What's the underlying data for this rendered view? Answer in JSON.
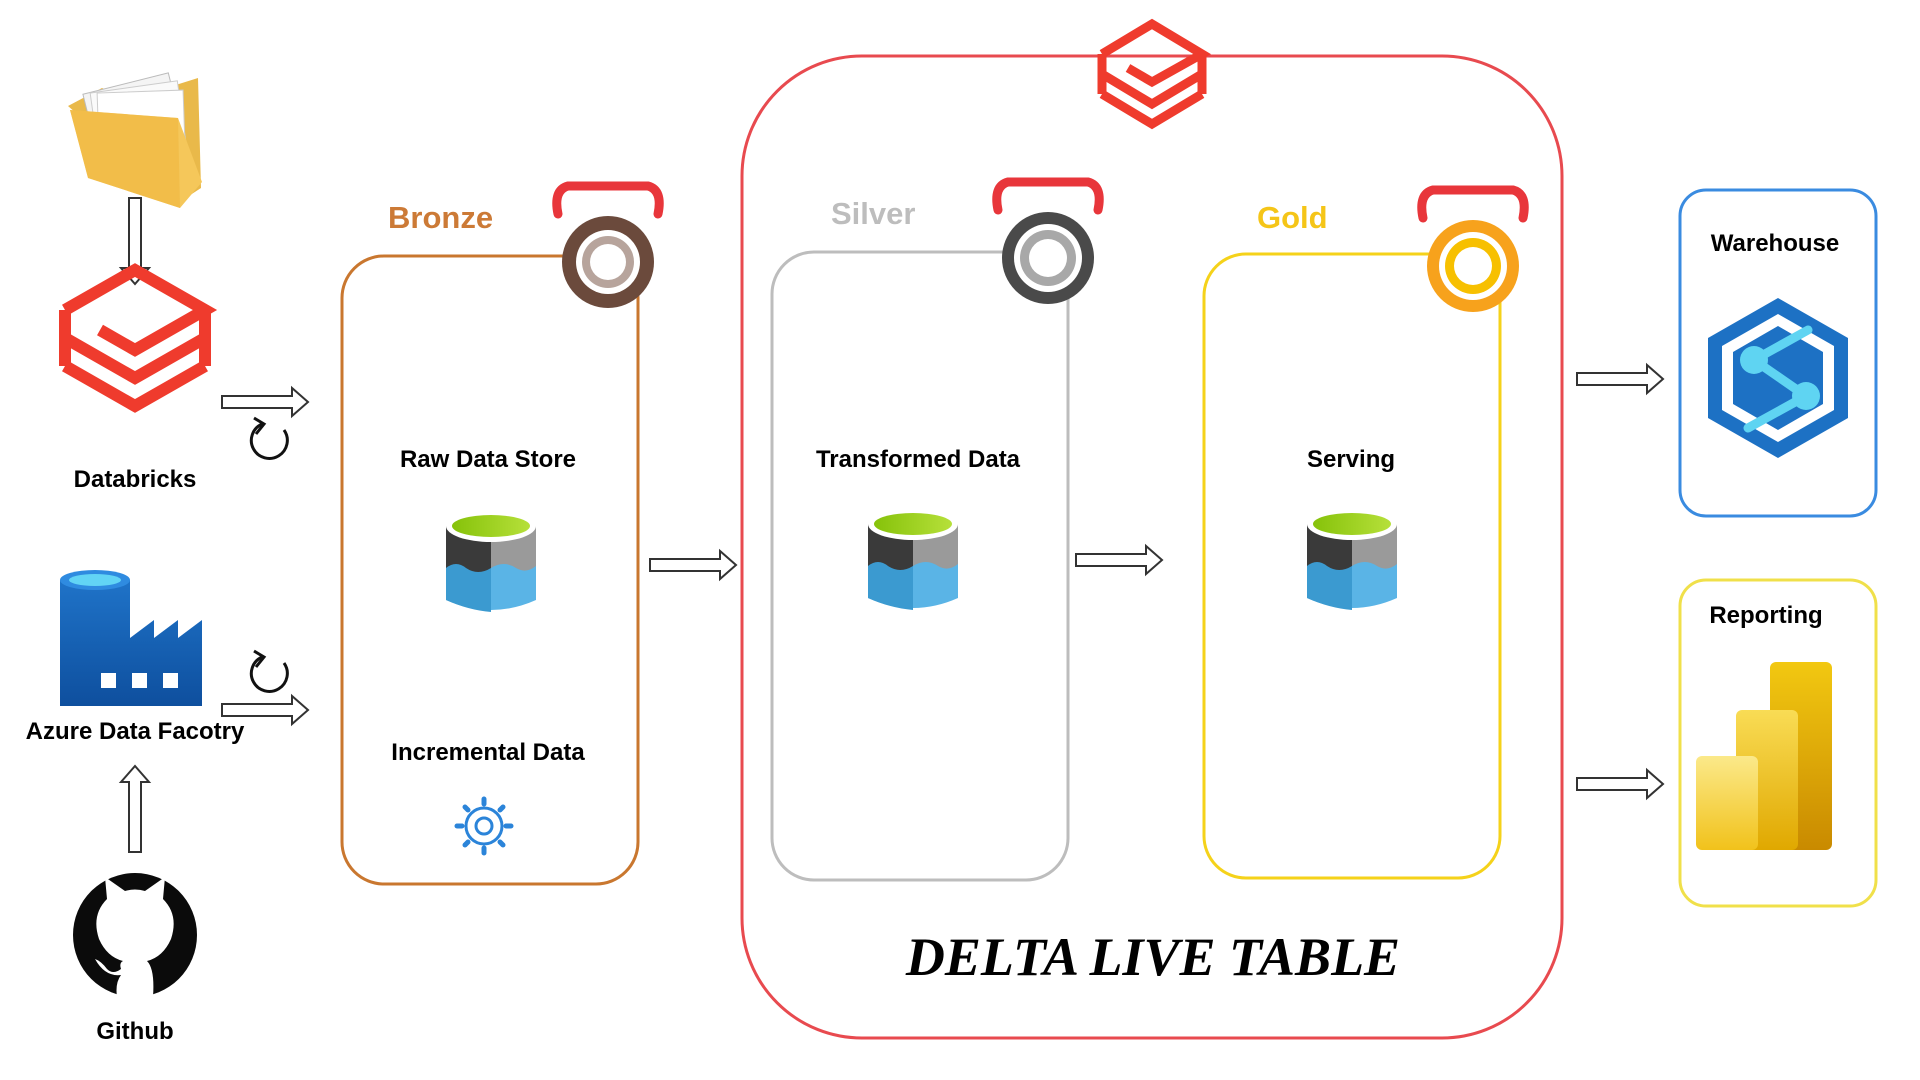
{
  "sources": {
    "databricks_label": "Databricks",
    "adf_label": "Azure Data Facotry",
    "github_label": "Github"
  },
  "bronze": {
    "title": "Bronze",
    "raw_label": "Raw Data Store",
    "incremental_label": "Incremental Data",
    "color": "#cc7a36"
  },
  "delta": {
    "title": "DELTA LIVE TABLE",
    "color": "#e84a4f"
  },
  "silver": {
    "title": "Silver",
    "label": "Transformed Data",
    "color": "#bdbdbd"
  },
  "gold": {
    "title": "Gold",
    "label": "Serving",
    "color": "#f5c518"
  },
  "outputs": {
    "warehouse_label": "Warehouse",
    "reporting_label": "Reporting",
    "warehouse_color": "#3a8be0",
    "reporting_color": "#f0e04a"
  },
  "icons": [
    "folder-icon",
    "databricks-icon",
    "refresh-icon",
    "azure-data-factory-icon",
    "github-icon",
    "medal-icon",
    "data-lake-icon",
    "gear-icon",
    "synapse-icon",
    "power-bi-icon",
    "arrow-icon"
  ]
}
